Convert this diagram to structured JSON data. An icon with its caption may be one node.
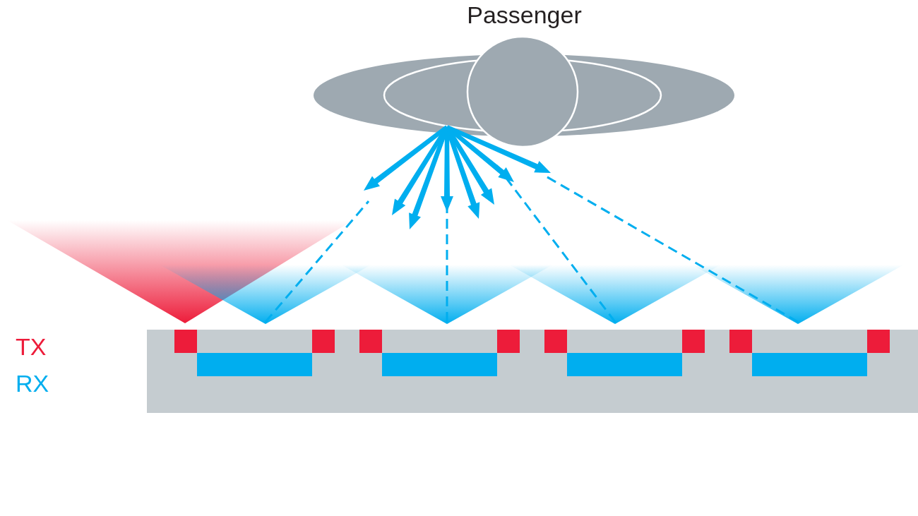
{
  "diagram": {
    "nodes": [
      {
        "text": [
          "Passenger"
        ]
      },
      {
        "text": [],
        "shape": "triangle"
      },
      {
        "text": [],
        "shape": "triangle"
      },
      {
        "text": [],
        "shape": "triangle"
      },
      {
        "text": [],
        "shape": "triangle"
      }
    ],
    "edges": [
      {
        "from": 1,
        "to": 0,
        "arrow": "none",
        "style": "dashed"
      },
      {
        "from": 2,
        "to": 0,
        "arrow": "none",
        "style": "dashed"
      },
      {
        "from": 3,
        "to": 0,
        "arrow": "none",
        "style": "dashed"
      },
      {
        "from": 4,
        "to": 0,
        "arrow": "none",
        "style": "dashed"
      }
    ],
    "legend": [
      {
        "text": "TX",
        "color": "#ed1c3a"
      },
      {
        "text": "RX",
        "color": "#00aeef"
      }
    ]
  }
}
